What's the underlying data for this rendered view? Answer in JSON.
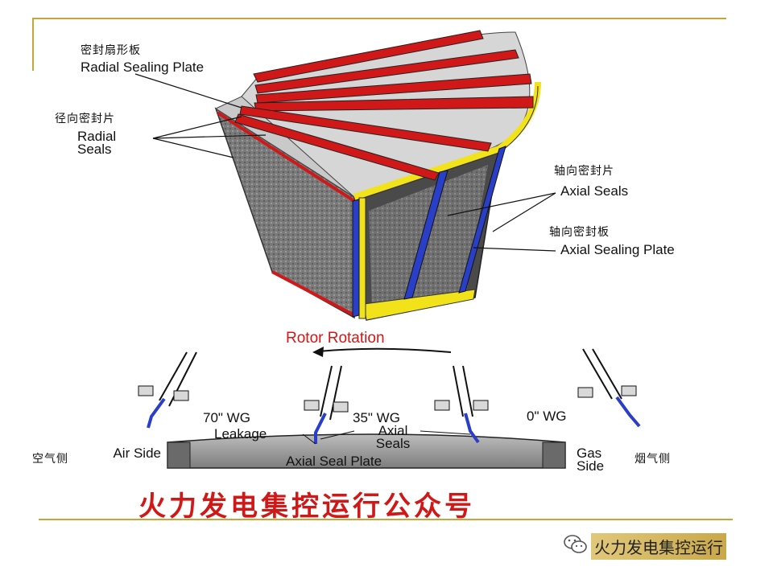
{
  "labels": {
    "radial_sealing_plate_zh": "密封扇形板",
    "radial_sealing_plate_en": "Radial Sealing Plate",
    "radial_seals_zh": "径向密封片",
    "radial_seals_en": "Radial Seals",
    "axial_seals_zh": "轴向密封片",
    "axial_seals_en": "Axial Seals",
    "axial_sealing_plate_zh": "轴向密封板",
    "axial_sealing_plate_en": "Axial Sealing Plate",
    "rotor_rotation": "Rotor Rotation",
    "pressure_70": "70\" WG",
    "pressure_35": "35\" WG",
    "pressure_0": "0\" WG",
    "leakage": "Leakage",
    "axial_seals_bottom": "Axial Seals",
    "axial_seal_plate": "Axial Seal Plate",
    "air_side_en": "Air Side",
    "air_side_zh": "空气侧",
    "gas_side_en": "Gas Side",
    "gas_side_zh": "烟气侧"
  },
  "footer": {
    "title": "火力发电集控运行公众号",
    "watermark_text": "火力发电集控运行",
    "watermark_icon": "wechat-icon"
  },
  "colors": {
    "accent_rule": "#c8a43a",
    "seal_red": "#d01818",
    "seal_blue": "#2a3fc8",
    "frame_yellow": "#f2e21a",
    "body_gray": "#8a8a8a"
  }
}
